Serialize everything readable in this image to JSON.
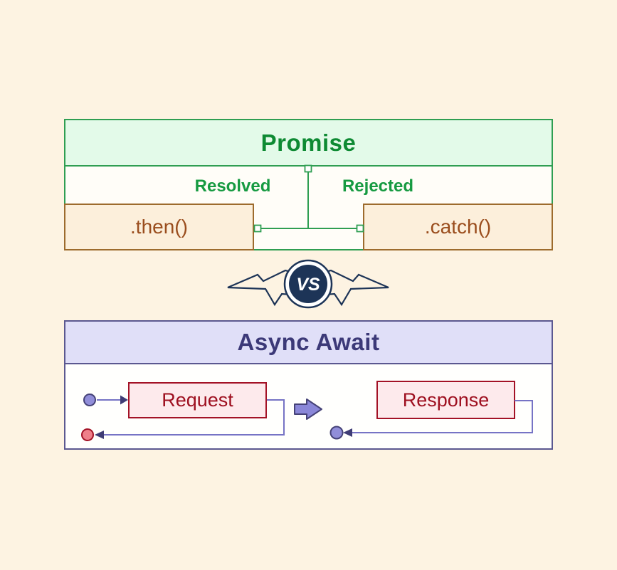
{
  "page": {
    "background_color": "#fdf3e2"
  },
  "promise_panel": {
    "title": "Promise",
    "resolved_label": "Resolved",
    "rejected_label": "Rejected",
    "then_label": ".then()",
    "catch_label": ".catch()",
    "colors": {
      "border": "#2f9e52",
      "header_bg": "#e3fae9",
      "title_text": "#0e8a33",
      "branch_text": "#169a41",
      "method_box_bg": "#fcefdb",
      "method_box_border": "#9d6b2d",
      "method_text": "#9a4d1d"
    }
  },
  "vs_badge": {
    "label": "VS",
    "colors": {
      "circle_fill": "#1d3457",
      "text": "#ffffff",
      "bolt_outline": "#1d3457",
      "bolt_fill": "#fdf3e2"
    }
  },
  "async_panel": {
    "title": "Async Await",
    "request_label": "Request",
    "response_label": "Response",
    "colors": {
      "border": "#5b5890",
      "header_bg": "#e0dff8",
      "title_text": "#3c3978",
      "step_box_bg": "#fdeaec",
      "step_box_border": "#a31226",
      "step_text": "#9e1020",
      "flow_line": "#7673c5",
      "arrowhead": "#3f3c75",
      "start_node_fill": "#918ed9",
      "start_node_border": "#454277",
      "fail_node_fill": "#ef808a",
      "fail_node_border": "#a31226",
      "forward_arrow_fill": "#8a87d8"
    }
  }
}
